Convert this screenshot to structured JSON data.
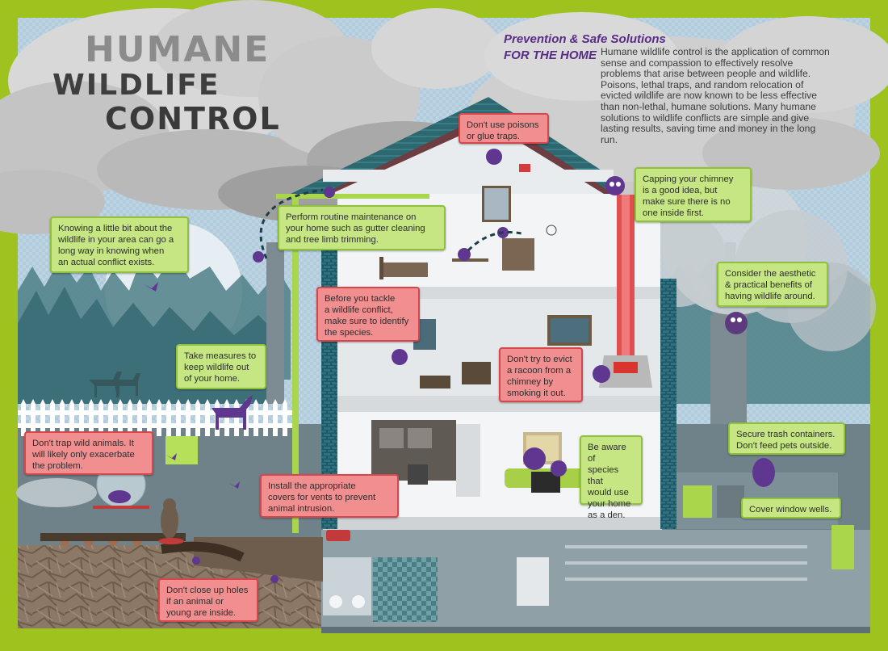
{
  "title": {
    "line1": "HUMANE",
    "line2": "WILDLIFE",
    "line3": "CONTROL"
  },
  "intro": {
    "heading_line1": "Prevention & Safe Solutions",
    "heading_line2": "FOR THE HOME",
    "body": "Humane wildlife control is the application of common sense and compassion to effectively resolve problems that arise between people and wildlife. Poisons, lethal traps, and random relocation of evicted wildlife are now known to be less effective than non-lethal, humane solutions. Many humane solutions to wildlife conflicts are simple and give lasting results, saving time and money in the long run."
  },
  "tips": {
    "poisons": "Don't use poisons\nor glue traps.",
    "chimney_cap": "Capping your chimney\nis a good idea, but\nmake sure there is no\none inside first.",
    "know_wildlife": "Knowing a little bit about the\nwildlife in your area can go a\nlong way in knowing when\nan actual conflict exists.",
    "maintenance": "Perform routine maintenance on\nyour home such as gutter cleaning\nand tree limb trimming.",
    "aesthetic": "Consider the aesthetic\n& practical benefits of\nhaving wildlife around.",
    "identify": "Before you tackle\na wildlife conflict,\nmake sure to identify\nthe species.",
    "measures": "Take measures to\nkeep wildlife out\nof your home.",
    "smoking": "Don't try to evict\na racoon from a\nchimney by\nsmoking it out.",
    "trap": "Don't trap wild animals. It\nwill likely only exacerbate\nthe problem.",
    "trash": "Secure trash containers.\nDon't feed pets outside.",
    "den": "Be aware of\nspecies that\nwould use\nyour home\nas a den.",
    "vents": "Install the appropriate\ncovers for vents to prevent\nanimal intrusion.",
    "window_wells": "Cover window wells.",
    "holes": "Don't close up holes\nif an animal or\nyoung are inside."
  },
  "colors": {
    "frame": "#9ec21e",
    "sky": "#bcd3e2",
    "cloud": "#cfcfcf",
    "roof": "#2f6b72",
    "house_wall": "#eef1f3",
    "brick": "#1e5560",
    "chimney_highlight": "#e85a5a",
    "tree_trunk": "#7d8b93",
    "tree_canopy": "#2f5f61",
    "ground": "#7d8a80",
    "soil": "#8c7a68",
    "purple_animal": "#6a3b9a",
    "tip_green": "#c5e682",
    "tip_red": "#f08e90"
  }
}
